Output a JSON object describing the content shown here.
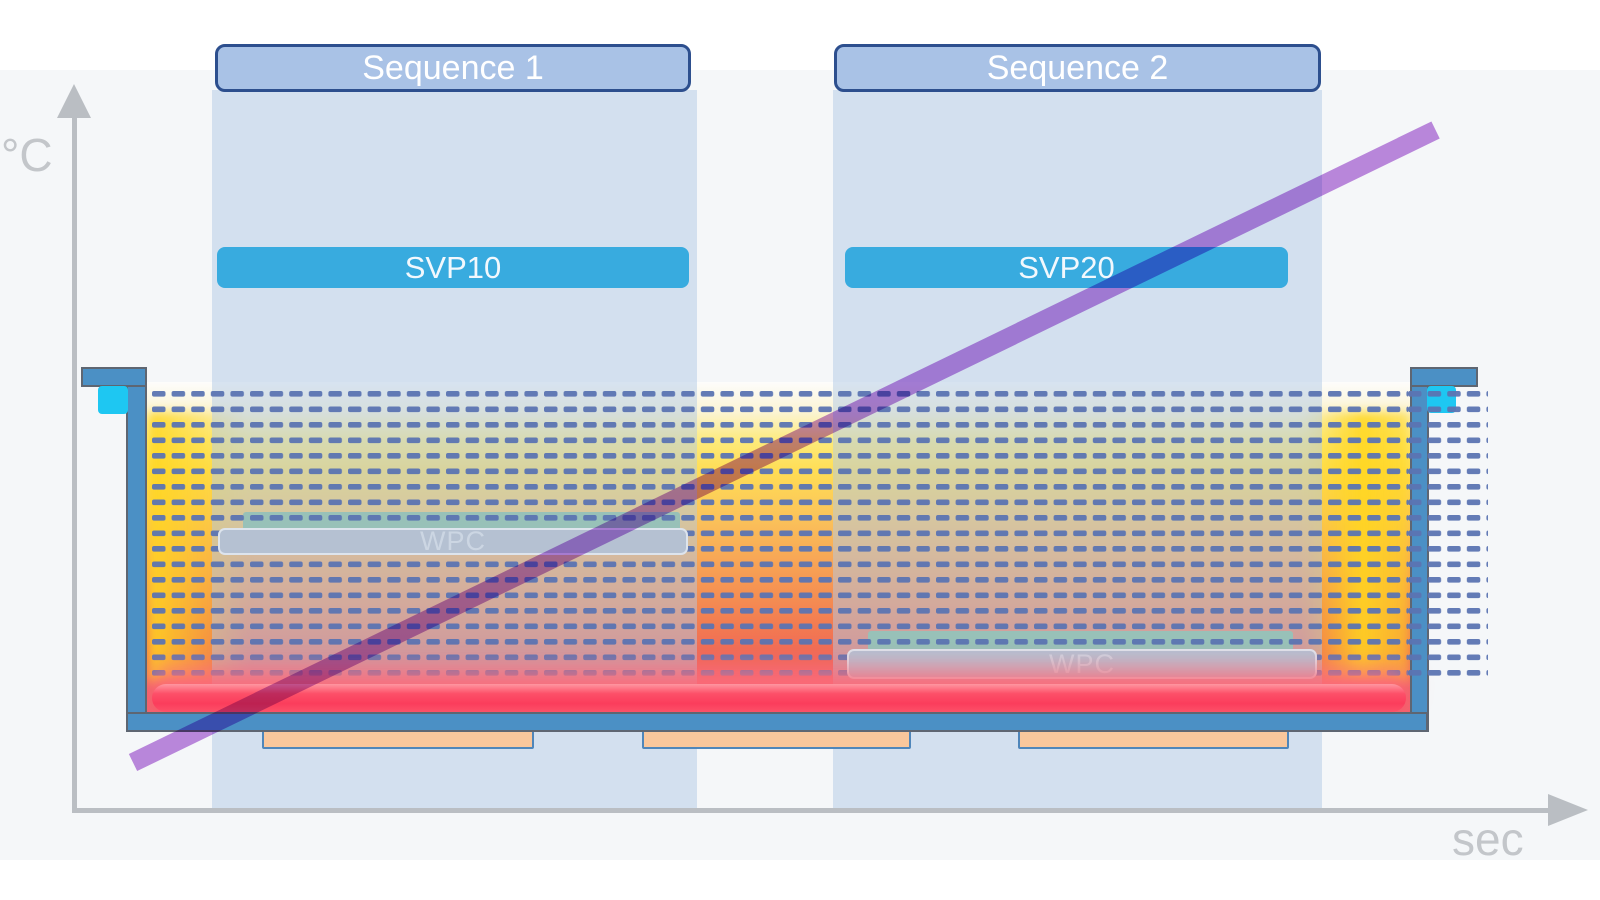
{
  "axes": {
    "y_label": "°C",
    "x_label": "sec"
  },
  "sequences": [
    {
      "label": "Sequence 1",
      "svp_label": "SVP10",
      "wpc_label": "WPC"
    },
    {
      "label": "Sequence 2",
      "svp_label": "SVP20",
      "wpc_label": "WPC"
    }
  ],
  "colors": {
    "panel_bg": "#f5f7f9",
    "band_overlay": "rgba(177,202,230,0.5)",
    "header_fill": "#a9c2e6",
    "header_border": "#2d4f8e",
    "header_text": "#ffffff",
    "svp_fill": "#38abdf",
    "svp_text": "#f2f8fd",
    "dash_color": "#5b74b2",
    "wall_fill": "#4b90c5",
    "wall_outline": "#5e6672",
    "port_cyan": "#1ec7f2",
    "glow_red": "#fd4060",
    "pad_fill": "#f9c79c",
    "pad_border": "#4f86ba",
    "green_bar": "#7fb98a",
    "wpc_fill": "#b5c1d2",
    "wpc_border": "#dde4ed",
    "wpc_text": "#ccd6e3",
    "axis_color": "#babec3",
    "axis_text": "#c3c6ca",
    "trend_line": "#c08ae0"
  }
}
